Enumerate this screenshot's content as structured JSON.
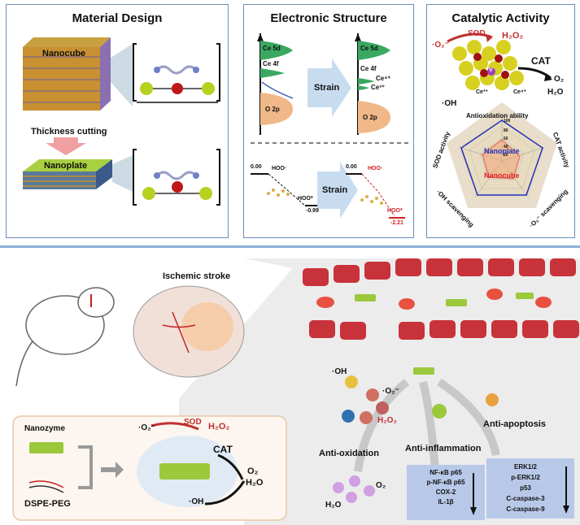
{
  "panels": {
    "material_design": {
      "title": "Material Design",
      "nanocube": "Nanocube",
      "thickness_cutting": "Thickness cutting",
      "nanoplate": "Nanoplate"
    },
    "electronic_structure": {
      "title": "Electronic Structure",
      "ce5d_left": "Ce 5d",
      "ce4f_left": "Ce 4f",
      "o2p_left": "O 2p",
      "strain_top": "Strain",
      "ce5d_right": "Ce 5d",
      "ce4f_right": "Ce 4f",
      "ce4plus": "Ce⁴⁺",
      "ce3plus": "Ce³⁺",
      "o2p_right": "O 2p",
      "zero_left": "0.00",
      "hoo_left": "HOO·",
      "hoo_star_left": "HOO*",
      "val_left": "-0.99",
      "strain_bottom": "Strain",
      "zero_right": "0.00",
      "hoo_right": "HOO·",
      "hoo_star_right": "HOO*",
      "val_right": "-2.21"
    },
    "catalytic_activity": {
      "title": "Catalytic Activity",
      "o2minus": "·O₂⁻",
      "sod": "SOD",
      "h2o2": "H₂O₂",
      "cat": "CAT",
      "o2": "O₂",
      "h2o": "H₂O",
      "oh": "·OH",
      "ce3": "Ce³⁺",
      "ce4": "Ce⁴⁺",
      "v": "V",
      "radar_title": "Antioxidation ability",
      "radar_axes": [
        "SOD activity",
        "CAT activity",
        "·O₂⁻ scavenging",
        "·OH scavenging"
      ],
      "radar_ticks": [
        "100",
        "80",
        "60",
        "40",
        "20"
      ],
      "nanoplate": "Nanoplate",
      "nanocube": "Nanocube"
    }
  },
  "bottom": {
    "ischemic_stroke": "Ischemic stroke",
    "nanozyme": "Nanozyme",
    "dspe_peg": "DSPE-PEG",
    "o2minus": "·O₂⁻",
    "sod": "SOD",
    "h2o2": "H₂O₂",
    "cat": "CAT",
    "o2": "O₂",
    "h2o": "H₂O",
    "oh": "·OH",
    "ox_oh": "·OH",
    "ox_o2minus": "·O₂⁻",
    "ox_h2o2": "H₂O₂",
    "anti_oxidation": "Anti-oxidation",
    "ox_o2": "O₂",
    "ox_h2o": "H₂O",
    "anti_inflammation": "Anti-inflammation",
    "inflammation_markers": [
      "NF-κB p65",
      "p-NF-κB p65",
      "COX-2",
      "IL-1β"
    ],
    "anti_apoptosis": "Anti-apoptosis",
    "apoptosis_markers": [
      "ERK1/2",
      "p-ERK1/2",
      "p53",
      "C-caspase-3",
      "C-caspase-9"
    ]
  },
  "colors": {
    "panel_border": "#6a8fb8",
    "ceria_yellow": "#d8d020",
    "plate_green": "#9cc83c",
    "vessel_red": "#c8323a",
    "marker_box": "#b8c8e8"
  }
}
